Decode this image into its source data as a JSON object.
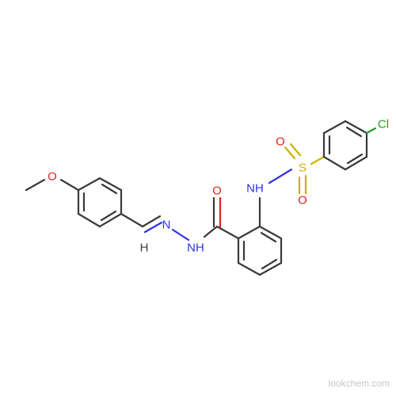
{
  "molecule": {
    "atoms": {
      "o_methoxy": "O",
      "o_carbonyl": "O",
      "n_imine": "N",
      "nh_amide": "NH",
      "h_imine": "H",
      "nh_sulfonamide": "NH",
      "s": "S",
      "o_s_top": "O",
      "o_s_bottom": "O",
      "cl": "Cl"
    },
    "colors": {
      "bond": "#3a3a3a",
      "oxygen": "#e02020",
      "nitrogen": "#3030ee",
      "sulfur": "#c9b300",
      "chlorine": "#20a020"
    }
  },
  "watermark": "lookchem.com"
}
